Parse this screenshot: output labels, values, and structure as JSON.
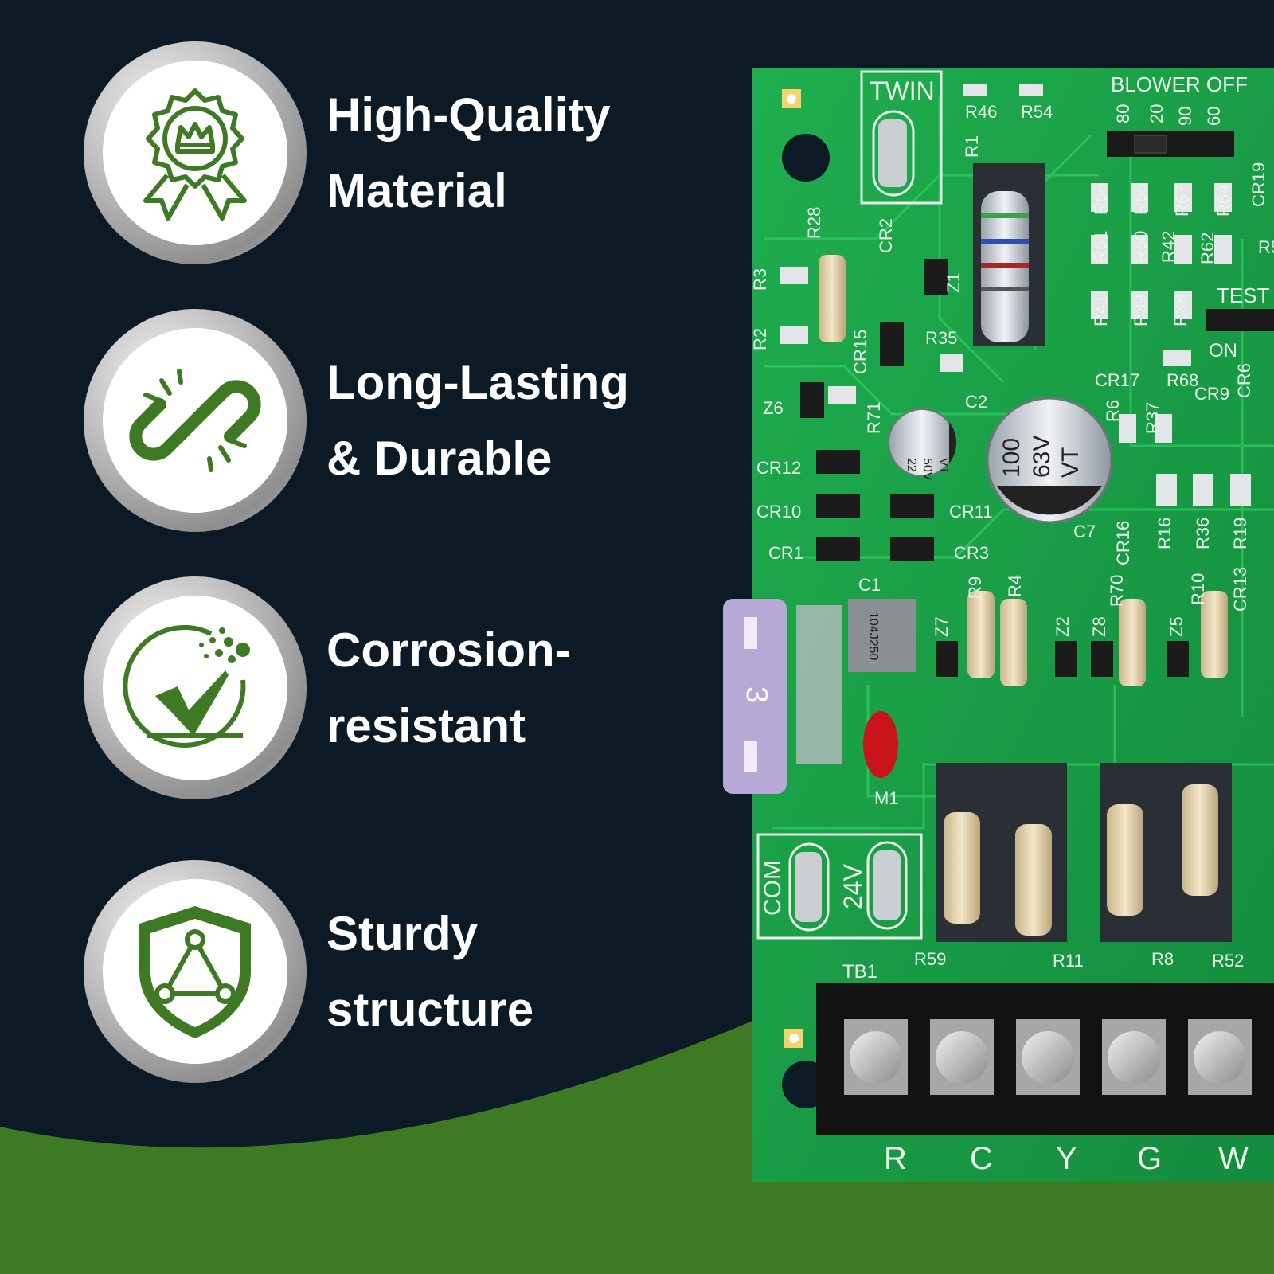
{
  "features": [
    {
      "line1": "High-Quality",
      "line2": "Material",
      "icon": "award-ribbon-icon"
    },
    {
      "line1": "Long-Lasting",
      "line2": "& Durable",
      "icon": "chain-link-icon"
    },
    {
      "line1": "Corrosion-",
      "line2": "resistant",
      "icon": "corrosion-check-icon"
    },
    {
      "line1": "Sturdy",
      "line2": "structure",
      "icon": "shield-triangle-icon"
    }
  ],
  "board": {
    "header_twin": "TWIN",
    "header_blower": "BLOWER OFF",
    "jumper_values": [
      "80",
      "20",
      "90",
      "60"
    ],
    "test_label": "TEST",
    "on_label": "ON",
    "terminal_block": "TB1",
    "terminals": [
      "R",
      "C",
      "Y",
      "G",
      "W"
    ],
    "com_label": "COM",
    "volt_label": "24V",
    "cap_big": [
      "100",
      "63V",
      "VT"
    ],
    "cap_small": [
      "22",
      "50V",
      "VT"
    ],
    "fuse_label": "3",
    "film_cap": "104J250",
    "labels_r_top": [
      "R46",
      "R54"
    ],
    "labels_left": [
      "R28",
      "CR2",
      "Z1",
      "R3",
      "R2",
      "CR15",
      "R35",
      "Z6",
      "R71",
      "C2",
      "CR12",
      "CR10",
      "CR11",
      "CR1",
      "CR3",
      "C1",
      "C7",
      "Z7",
      "R9",
      "R4",
      "Z2",
      "Z8",
      "R70",
      "Z5",
      "R10",
      "CR13",
      "M1",
      "R1"
    ],
    "labels_right": [
      "R66",
      "R65",
      "R67",
      "R64",
      "CR19",
      "R61",
      "R60",
      "R42",
      "R62",
      "R5",
      "R41",
      "R39",
      "R38",
      "CR17",
      "R68",
      "R6",
      "R37",
      "CR9",
      "CR6",
      "CR16",
      "R16",
      "R36",
      "R19"
    ],
    "labels_bottom": [
      "R59",
      "R11",
      "R8",
      "R52"
    ]
  },
  "colors": {
    "background": "#0c1a26",
    "accent_green": "#3d7a23",
    "icon_green": "#3d7a23",
    "pcb_green": "#18a047",
    "text": "#ffffff"
  }
}
